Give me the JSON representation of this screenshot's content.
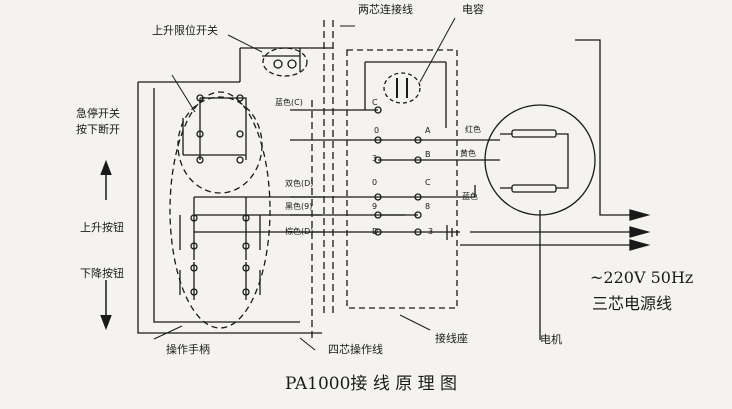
{
  "labels": {
    "top_limit_switch": "上升限位开关",
    "two_core_cable": "两芯连接线",
    "capacitor": "电容",
    "emergency_stop_line1": "急停开关",
    "emergency_stop_line2": "按下断开",
    "up_button": "上升按钮",
    "down_button": "下降按钮",
    "handle": "操作手柄",
    "four_core_cable": "四芯操作线",
    "terminal_block": "接线座",
    "motor": "电机",
    "voltage": "~220V  50Hz",
    "three_core_power": "三芯电源线",
    "title": "PA1000接 线 原 理 图"
  },
  "wire_colors": {
    "blue_c": "蓝色(C)",
    "double_d": "双色(D)",
    "blue_9": "黑色(9)",
    "brown_d": "棕色(D)",
    "red": "红色",
    "yellow": "黄色",
    "blue": "蓝色"
  },
  "terminals": {
    "left": [
      "C",
      "0",
      "3",
      "0",
      "9",
      "D"
    ],
    "right": [
      "A",
      "B",
      "C",
      "8",
      "3"
    ]
  }
}
